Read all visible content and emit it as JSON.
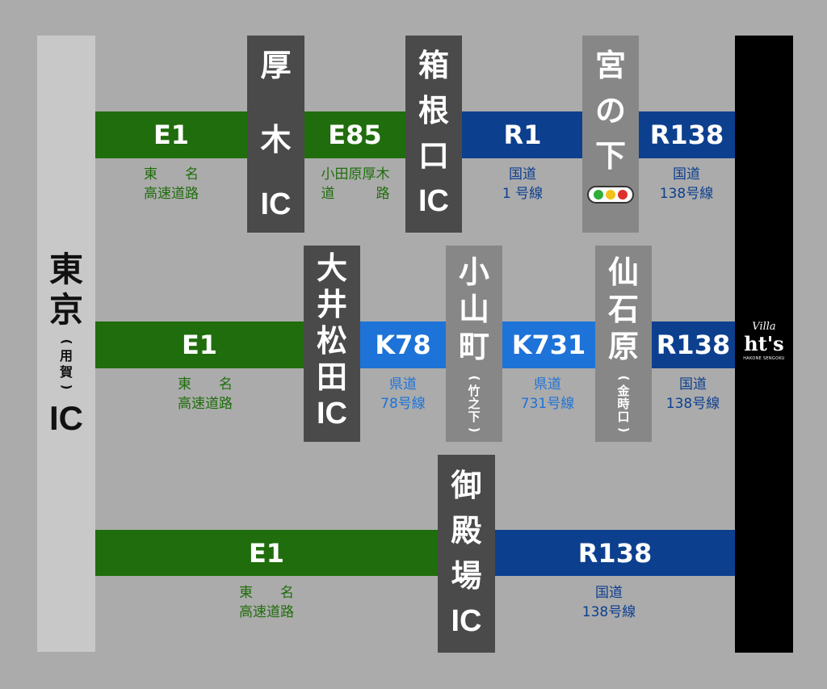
{
  "origin": {
    "chars": [
      "東",
      "京"
    ],
    "paren": [
      "(",
      "用",
      "賀",
      ")"
    ],
    "ic": "IC"
  },
  "destination": {
    "script": "Villa",
    "name": "ht's",
    "sub": "HAKONE SENGOKU"
  },
  "row1": {
    "seg1": {
      "code": "E1",
      "desc": "東　　名\n高速道路"
    },
    "node1": {
      "chars": [
        "厚",
        "木"
      ],
      "ic": "IC"
    },
    "seg2": {
      "code": "E85",
      "desc": "小田原厚木\n道　　　路"
    },
    "node2": {
      "chars": [
        "箱",
        "根",
        "口"
      ],
      "ic": "IC"
    },
    "seg3": {
      "code": "R1",
      "desc": "国道\n1 号線"
    },
    "node3": {
      "chars": [
        "宮",
        "の",
        "下"
      ],
      "signal": "traffic-light"
    },
    "seg4": {
      "code": "R138",
      "desc": "国道\n138号線"
    }
  },
  "row2": {
    "seg1": {
      "code": "E1",
      "desc": "東　　名\n高速道路"
    },
    "node1": {
      "chars": [
        "大",
        "井",
        "松",
        "田"
      ],
      "ic": "IC"
    },
    "seg2": {
      "code": "K78",
      "desc": "県道\n78号線"
    },
    "node2": {
      "chars": [
        "小",
        "山",
        "町"
      ],
      "paren": [
        "(",
        "竹",
        "之",
        "下",
        ")"
      ]
    },
    "seg3": {
      "code": "K731",
      "desc": "県道\n731号線"
    },
    "node3": {
      "chars": [
        "仙",
        "石",
        "原"
      ],
      "paren": [
        "(",
        "金",
        "時",
        "口",
        ")"
      ]
    },
    "seg4": {
      "code": "R138",
      "desc": "国道\n138号線"
    }
  },
  "row3": {
    "seg1": {
      "code": "E1",
      "desc": "東　　名\n高速道路"
    },
    "node1": {
      "chars": [
        "御",
        "殿",
        "場"
      ],
      "ic": "IC"
    },
    "seg2": {
      "code": "R138",
      "desc": "国道\n138号線"
    }
  },
  "colors": {
    "background": "#ababab",
    "expressway": "#1f6d0c",
    "national_road": "#0d3f8f",
    "prefectural_road": "#1e73d8",
    "ic_box": "#4a4a4a",
    "town_box": "#878787"
  }
}
